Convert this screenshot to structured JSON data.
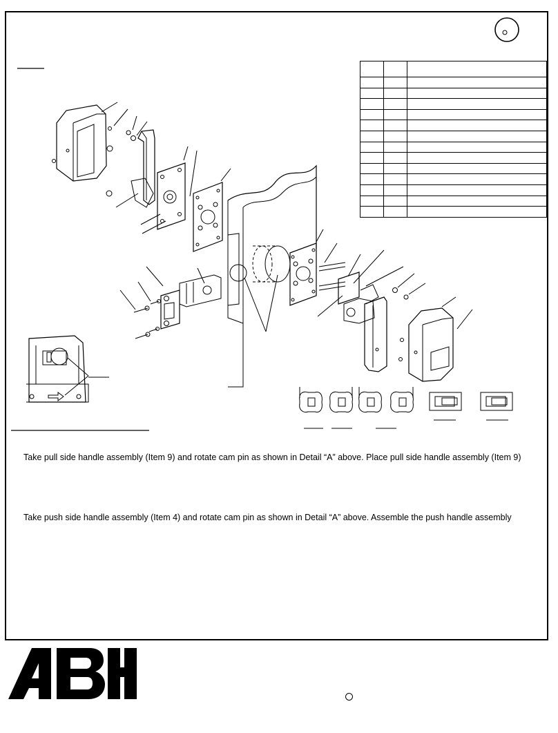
{
  "page": {
    "instructions": [
      "Take pull side handle assembly (Item 9) and rotate cam pin as shown in Detail “A” above. Place pull side handle assembly (Item 9)",
      "Take push side handle assembly (Item 4) and rotate cam pin as shown in Detail “A” above.  Assemble the push handle assembly"
    ],
    "parts_table_rows": 14
  },
  "brand": {
    "logo_text": "ABH",
    "logo_color": "#000000"
  },
  "icons": {
    "sheet_marker": "circle-marker-icon",
    "footer_marker": "circle-marker-icon"
  }
}
